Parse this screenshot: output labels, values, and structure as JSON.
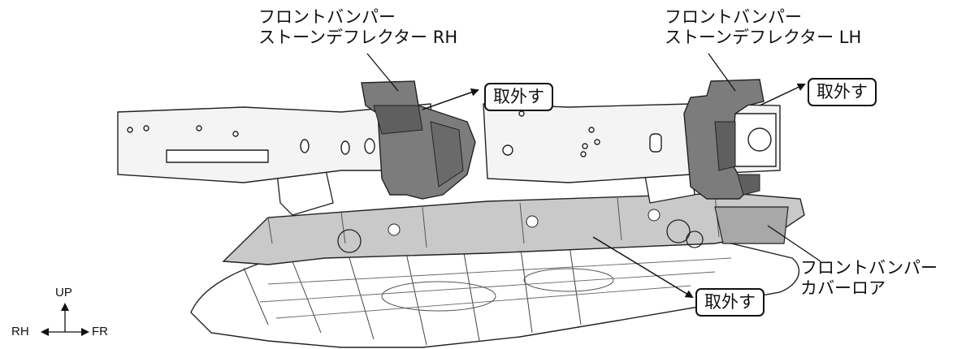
{
  "labels": {
    "stone_deflector_rh": {
      "line1": "フロントバンパー",
      "line2": "ストーンデフレクター RH"
    },
    "stone_deflector_lh": {
      "line1": "フロントバンパー",
      "line2": "ストーンデフレクター LH"
    },
    "cover_lower": {
      "line1": "フロントバンパー",
      "line2": "カバーロア"
    }
  },
  "actions": {
    "remove_rh": "取外す",
    "remove_lh": "取外す",
    "remove_cover": "取外す"
  },
  "orientation": {
    "up": "UP",
    "left": "RH",
    "right": "FR"
  }
}
